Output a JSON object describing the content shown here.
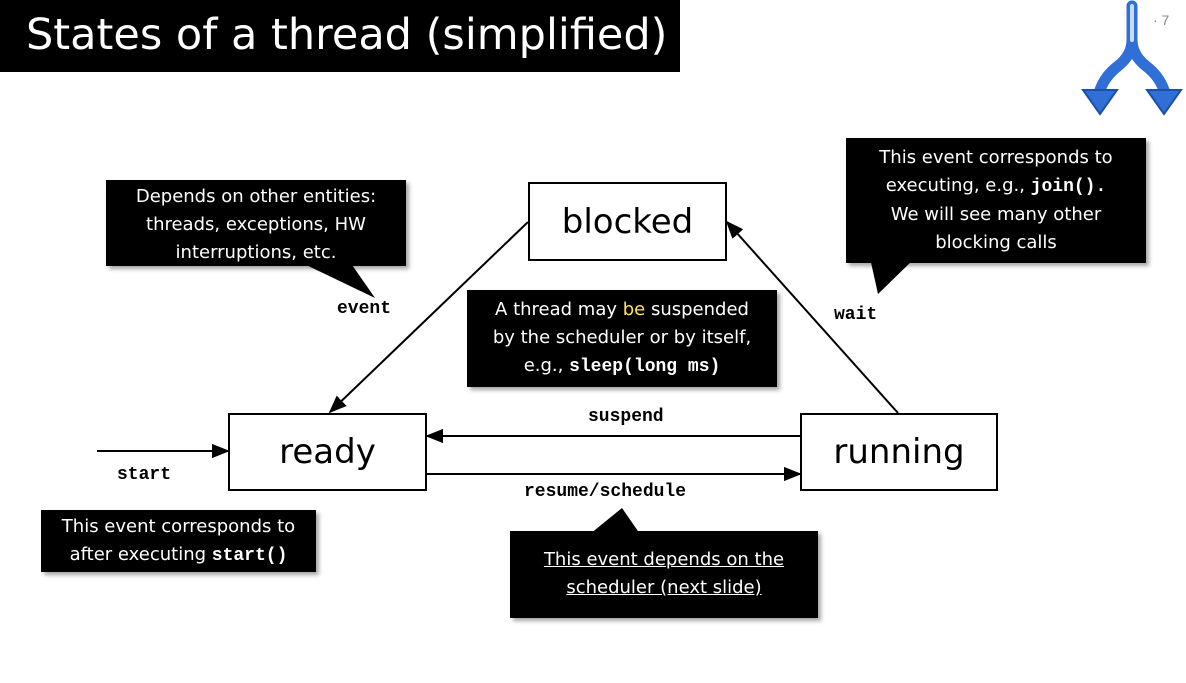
{
  "slide": {
    "title": "States of a thread (simplified)",
    "page_number": "· 7",
    "logo_icon": "fork-arrows-icon"
  },
  "states": {
    "blocked": "blocked",
    "ready": "ready",
    "running": "running"
  },
  "transitions": {
    "event": "event",
    "wait": "wait",
    "suspend": "suspend",
    "resume": "resume/schedule",
    "start": "start"
  },
  "callouts": {
    "event_note": {
      "line1": "Depends on other entities:",
      "line2": "threads, exceptions, HW",
      "line3": "interruptions, etc."
    },
    "wait_note": {
      "line1": "This event corresponds to",
      "line2_prefix": "executing, e.g., ",
      "line2_code": "join().",
      "line3": "We will see many other",
      "line4": "blocking calls"
    },
    "suspend_note": {
      "line1_a": "A thread may ",
      "line1_hl": "be",
      "line1_b": " suspended",
      "line2": "by the scheduler or by itself,",
      "line3_prefix": "e.g., ",
      "line3_code": "sleep(long ms)"
    },
    "start_note": {
      "line1": "This event corresponds to",
      "line2_prefix": "after executing ",
      "line2_code": "start()"
    },
    "resume_note": {
      "line1": "This event depends on the",
      "line2": "scheduler (next slide)"
    }
  },
  "colors": {
    "logo_blue": "#2f6fd6",
    "callout_bg": "#000000",
    "highlight": "#ffe066"
  }
}
